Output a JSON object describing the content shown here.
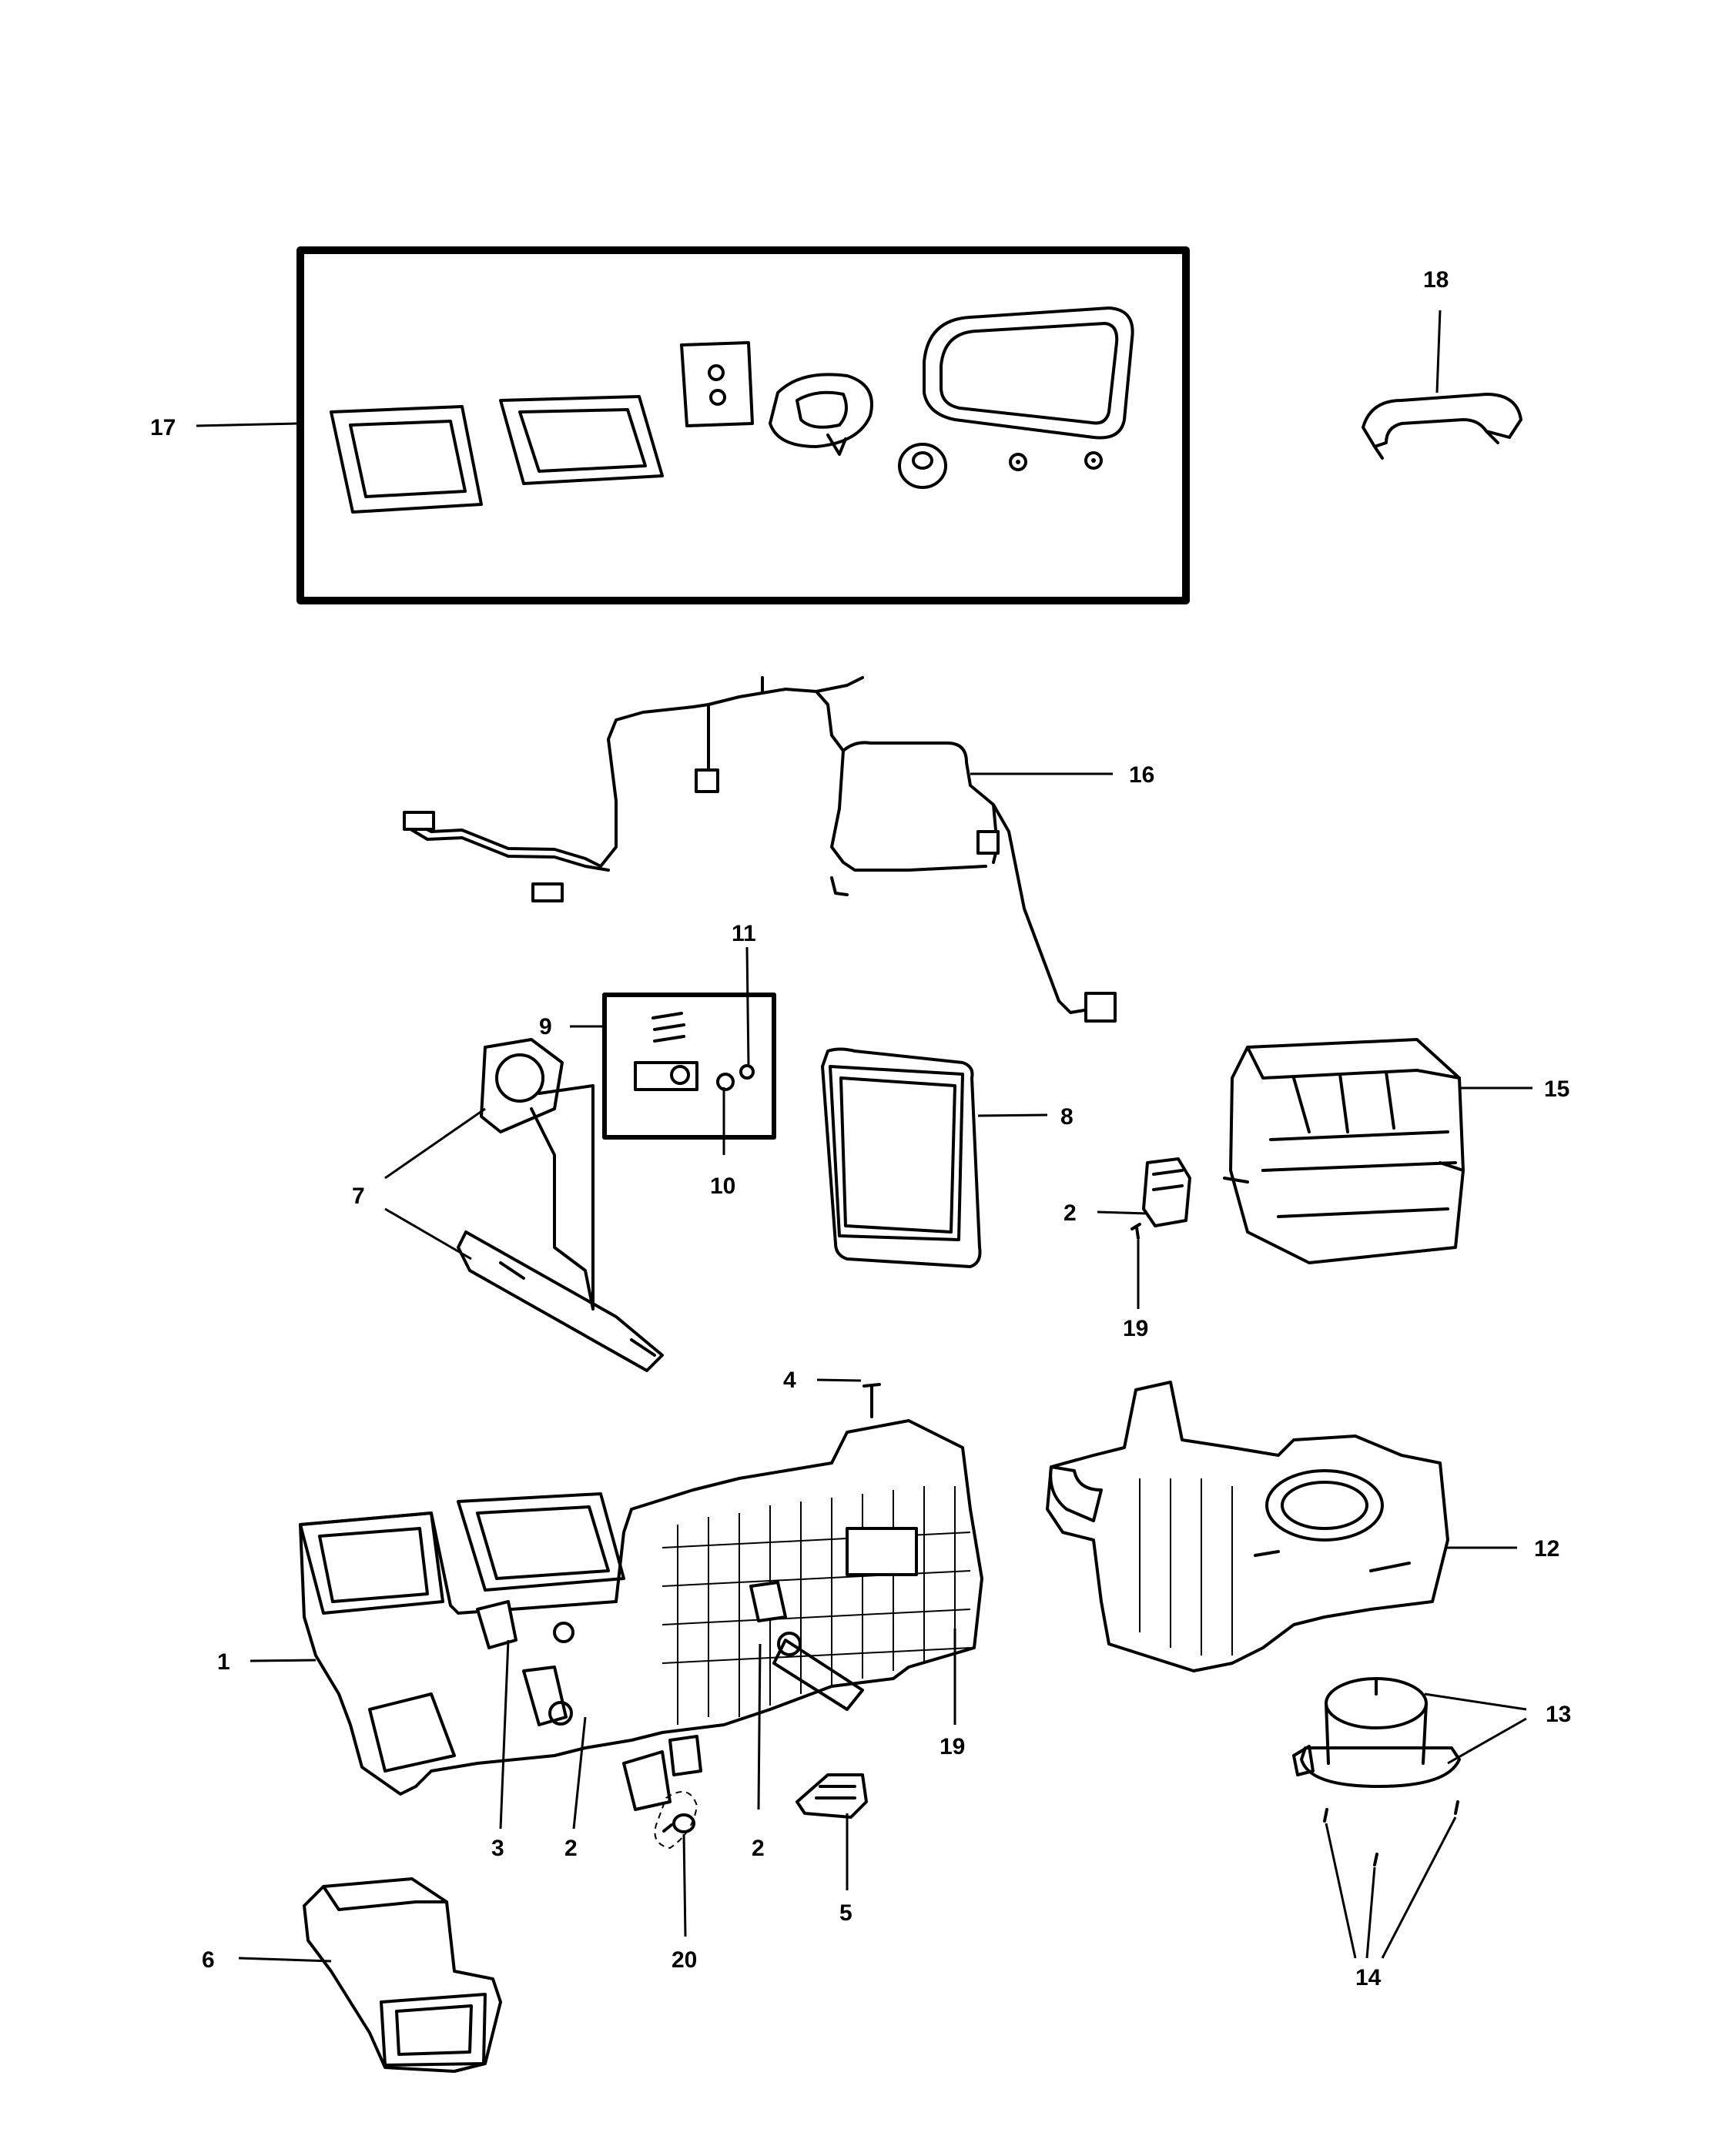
{
  "callouts": {
    "c1": "1",
    "c2a": "2",
    "c2b": "2",
    "c2c": "2",
    "c3": "3",
    "c4": "4",
    "c5": "5",
    "c6": "6",
    "c7": "7",
    "c8": "8",
    "c9": "9",
    "c10": "10",
    "c11": "11",
    "c12": "12",
    "c13": "13",
    "c14": "14",
    "c15": "15",
    "c16": "16",
    "c17": "17",
    "c18": "18",
    "c19a": "19",
    "c19b": "19",
    "c20": "20"
  }
}
